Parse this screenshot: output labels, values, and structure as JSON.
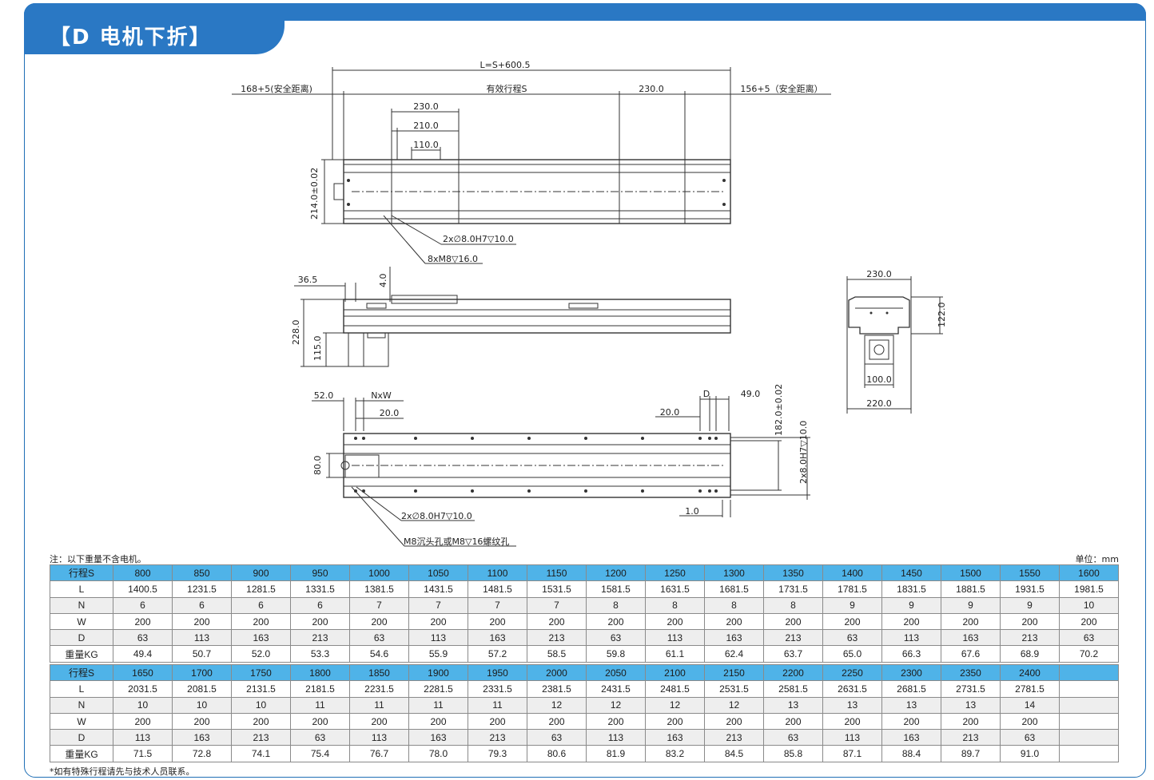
{
  "header": {
    "title": "【D 电机下折】"
  },
  "drawing_labels": {
    "top_view": {
      "total_length": "L=S+600.5",
      "left_safety": "168+5(安全距离)",
      "effective_stroke": "有效行程S",
      "right_230": "230.0",
      "right_safety": "156+5（安全距离）",
      "dim_230": "230.0",
      "dim_210": "210.0",
      "dim_110": "110.0",
      "height_214": "214.0±0.02",
      "hole_pin": "2x∅8.0H7▽10.0",
      "hole_m8": "8xM8▽16.0"
    },
    "side_view": {
      "dim_36_5": "36.5",
      "dim_4": "4.0",
      "dim_228": "228.0",
      "dim_115": "115.0"
    },
    "end_view": {
      "width_230": "230.0",
      "height_122": "122.0",
      "width_100": "100.0",
      "width_220": "220.0"
    },
    "bottom_view": {
      "dim_52": "52.0",
      "nxw": "NxW",
      "dim_20_left": "20.0",
      "dim_20_right": "20.0",
      "d": "D",
      "dim_49": "49.0",
      "height_182": "182.0±0.02",
      "hole_right": "2x8.0H7▽10.0",
      "dim_80": "80.0",
      "dim_1": "1.0",
      "hole_pin": "2x∅8.0H7▽10.0",
      "counterbore": "M8沉头孔或M8▽16螺纹孔"
    }
  },
  "notes": {
    "top": "注：以下重量不含电机。",
    "unit": "单位：mm",
    "bottom": "*如有特殊行程请先与技术人员联系。"
  },
  "table1": {
    "rows": [
      [
        "行程S",
        "800",
        "850",
        "900",
        "950",
        "1000",
        "1050",
        "1100",
        "1150",
        "1200",
        "1250",
        "1300",
        "1350",
        "1400",
        "1450",
        "1500",
        "1550",
        "1600"
      ],
      [
        "L",
        "1400.5",
        "1231.5",
        "1281.5",
        "1331.5",
        "1381.5",
        "1431.5",
        "1481.5",
        "1531.5",
        "1581.5",
        "1631.5",
        "1681.5",
        "1731.5",
        "1781.5",
        "1831.5",
        "1881.5",
        "1931.5",
        "1981.5"
      ],
      [
        "N",
        "6",
        "6",
        "6",
        "6",
        "7",
        "7",
        "7",
        "7",
        "8",
        "8",
        "8",
        "8",
        "9",
        "9",
        "9",
        "9",
        "10"
      ],
      [
        "W",
        "200",
        "200",
        "200",
        "200",
        "200",
        "200",
        "200",
        "200",
        "200",
        "200",
        "200",
        "200",
        "200",
        "200",
        "200",
        "200",
        "200"
      ],
      [
        "D",
        "63",
        "113",
        "163",
        "213",
        "63",
        "113",
        "163",
        "213",
        "63",
        "113",
        "163",
        "213",
        "63",
        "113",
        "163",
        "213",
        "63"
      ],
      [
        "重量KG",
        "49.4",
        "50.7",
        "52.0",
        "53.3",
        "54.6",
        "55.9",
        "57.2",
        "58.5",
        "59.8",
        "61.1",
        "62.4",
        "63.7",
        "65.0",
        "66.3",
        "67.6",
        "68.9",
        "70.2"
      ]
    ]
  },
  "table2": {
    "rows": [
      [
        "行程S",
        "1650",
        "1700",
        "1750",
        "1800",
        "1850",
        "1900",
        "1950",
        "2000",
        "2050",
        "2100",
        "2150",
        "2200",
        "2250",
        "2300",
        "2350",
        "2400",
        ""
      ],
      [
        "L",
        "2031.5",
        "2081.5",
        "2131.5",
        "2181.5",
        "2231.5",
        "2281.5",
        "2331.5",
        "2381.5",
        "2431.5",
        "2481.5",
        "2531.5",
        "2581.5",
        "2631.5",
        "2681.5",
        "2731.5",
        "2781.5",
        ""
      ],
      [
        "N",
        "10",
        "10",
        "10",
        "11",
        "11",
        "11",
        "11",
        "12",
        "12",
        "12",
        "12",
        "13",
        "13",
        "13",
        "13",
        "14",
        ""
      ],
      [
        "W",
        "200",
        "200",
        "200",
        "200",
        "200",
        "200",
        "200",
        "200",
        "200",
        "200",
        "200",
        "200",
        "200",
        "200",
        "200",
        "200",
        ""
      ],
      [
        "D",
        "113",
        "163",
        "213",
        "63",
        "113",
        "163",
        "213",
        "63",
        "113",
        "163",
        "213",
        "63",
        "113",
        "163",
        "213",
        "63",
        ""
      ],
      [
        "重量KG",
        "71.5",
        "72.8",
        "74.1",
        "75.4",
        "76.7",
        "78.0",
        "79.3",
        "80.6",
        "81.9",
        "83.2",
        "84.5",
        "85.8",
        "87.1",
        "88.4",
        "89.7",
        "91.0",
        ""
      ]
    ]
  },
  "colors": {
    "brand_blue": "#2a78c4",
    "table_header": "#4fb3e8",
    "row_alt": "#eeeeee"
  }
}
